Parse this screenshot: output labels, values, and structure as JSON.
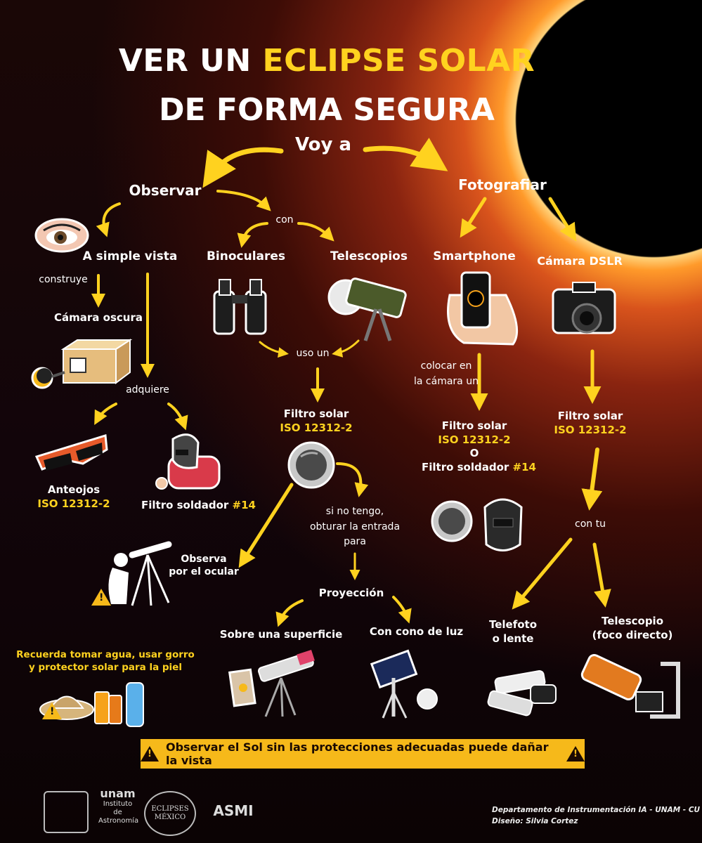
{
  "title": {
    "part1": "VER UN ",
    "highlight": "ECLIPSE SOLAR",
    "line2": "DE FORMA SEGURA"
  },
  "root": "Voy a",
  "observe": {
    "label": "Observar",
    "con": "con",
    "naked_eye": "A simple vista",
    "construye": "construye",
    "camera_obscura": "Cámara oscura",
    "adquiere": "adquiere",
    "glasses": "Anteojos",
    "glasses_iso": "ISO 12312-2",
    "welder_filter": "Filtro soldador ",
    "welder_num": "#14",
    "binoculars": "Binoculares",
    "telescopes": "Telescopios",
    "uso_un": "uso un",
    "solar_filter": "Filtro solar",
    "solar_filter_iso": "ISO 12312-2",
    "observe_eyepiece_1": "Observa",
    "observe_eyepiece_2": "por el ocular",
    "no_filter_1": "si no tengo,",
    "no_filter_2": "obturar la entrada",
    "no_filter_3": "para",
    "projection": "Proyección",
    "surface": "Sobre una superficie",
    "light_cone": "Con cono de luz"
  },
  "photo": {
    "label": "Fotografiar",
    "smartphone": "Smartphone",
    "dslr": "Cámara DSLR",
    "place_1": "colocar en",
    "place_2": "la cámara un",
    "sp_filter": "Filtro solar",
    "sp_filter_iso": "ISO 12312-2",
    "or": "O",
    "sp_welder": "Filtro soldador ",
    "sp_welder_num": "#14",
    "dslr_filter": "Filtro solar",
    "dslr_filter_iso": "ISO 12312-2",
    "con_tu": "con tu",
    "telephoto_1": "Telefoto",
    "telephoto_2": "o lente",
    "scope_1": "Telescopio",
    "scope_2": "(foco directo)"
  },
  "reminder": {
    "line1": "Recuerda tomar agua, usar gorro",
    "line2": "y protector solar para la piel"
  },
  "warning": "Observar el Sol sin las protecciones adecuadas puede dañar la vista",
  "logos": {
    "unam": "unam",
    "ia_1": "Instituto de",
    "ia_2": "Astronomía",
    "eclipses": "ECLIPSES",
    "mexico": "MÉXICO",
    "asmi": "ASMI"
  },
  "credits": {
    "line1": "Departamento de Instrumentación  IA - UNAM - CU",
    "line2": "Diseño: Silvia Cortez"
  },
  "colors": {
    "accent": "#ffd21f",
    "warning_bar": "#f6b91a",
    "background": "#12050a"
  }
}
